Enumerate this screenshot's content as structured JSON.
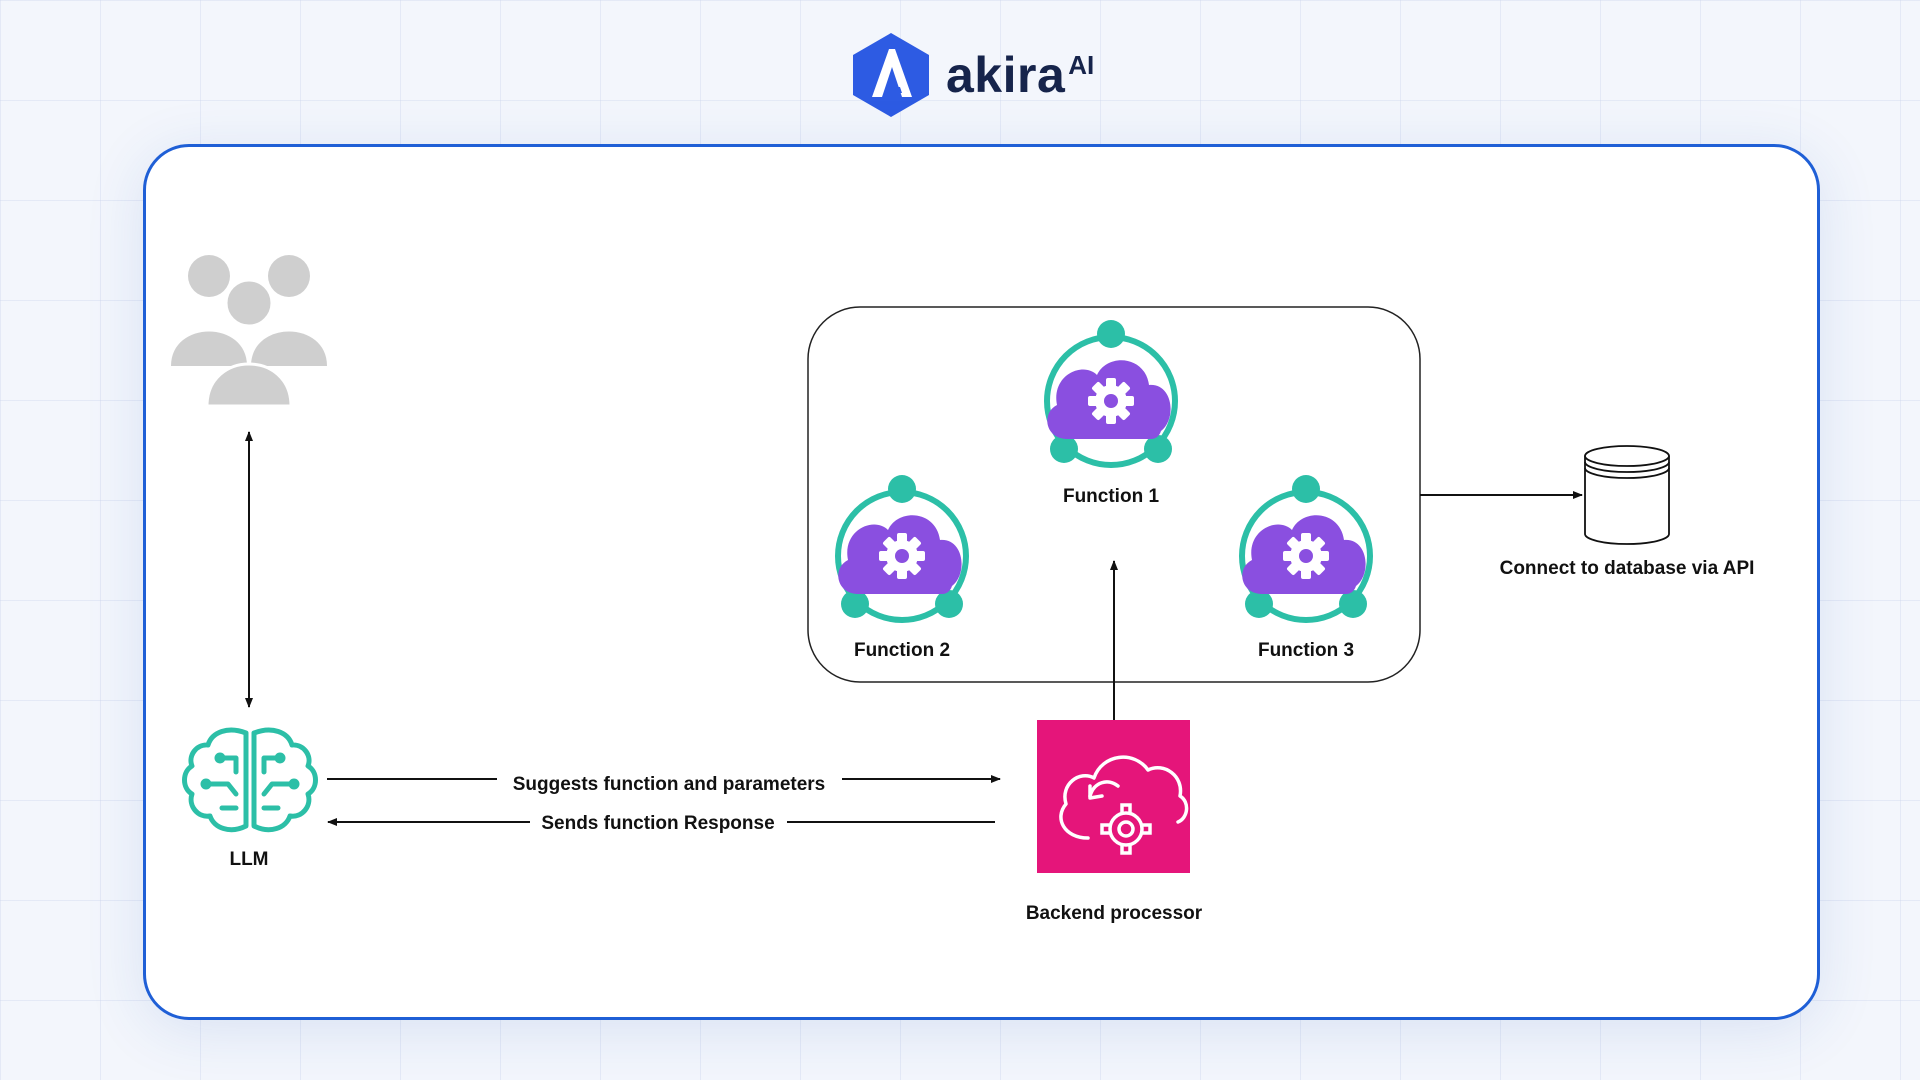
{
  "brand": {
    "name": "akira",
    "sup": "AI"
  },
  "diagram": {
    "llm_label": "LLM",
    "function1_label": "Function 1",
    "function2_label": "Function 2",
    "function3_label": "Function 3",
    "database_label": "Connect  to database via API",
    "backend_label": "Backend processor",
    "suggests_label": "Suggests function and parameters",
    "response_label": "Sends function Response"
  },
  "colors": {
    "brand_blue": "#2d5be3",
    "card_border": "#1f5fd6",
    "teal": "#2cbfa7",
    "purple": "#8a4fe0",
    "backend_pink": "#e5157a",
    "users_gray": "#cfcfcf"
  },
  "icons": [
    "users-icon",
    "brain-circuit-icon",
    "cloud-gear-icon",
    "database-icon",
    "backend-cloud-gear-icon",
    "akira-logo-icon"
  ]
}
